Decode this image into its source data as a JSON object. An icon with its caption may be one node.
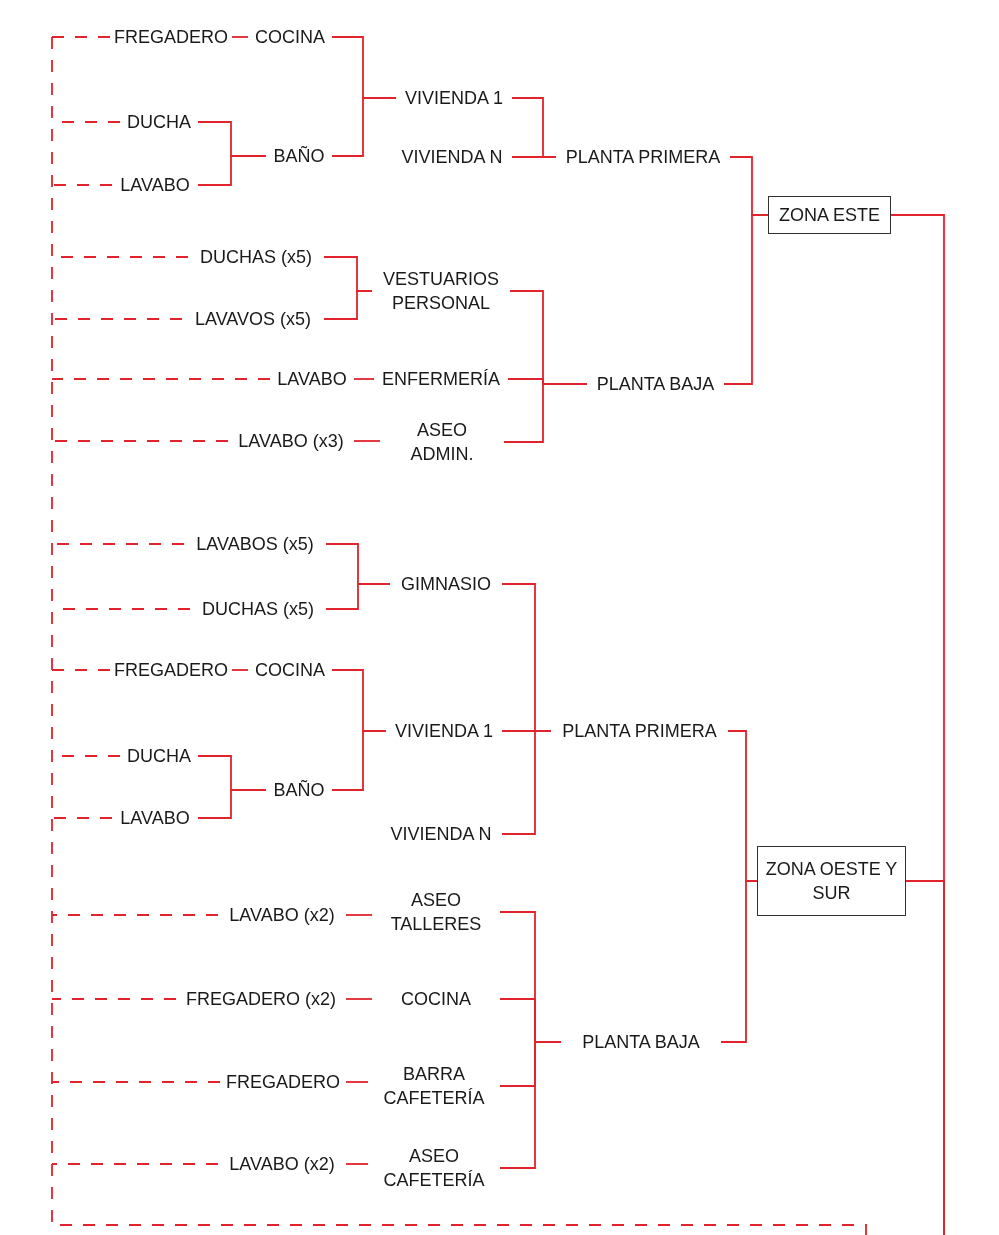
{
  "diagram": {
    "nodes": [
      {
        "text": [
          "FREGADERO"
        ]
      },
      {
        "text": [
          "COCINA"
        ]
      },
      {
        "text": [
          "DUCHA"
        ]
      },
      {
        "text": [
          "LAVABO"
        ]
      },
      {
        "text": [
          "BAÑO"
        ]
      },
      {
        "text": [
          "VIVIENDA 1"
        ]
      },
      {
        "text": [
          "VIVIENDA N"
        ]
      },
      {
        "text": [
          "PLANTA PRIMERA"
        ]
      },
      {
        "text": [
          "DUCHAS (x5)"
        ]
      },
      {
        "text": [
          "LAVAVOS (x5)"
        ]
      },
      {
        "text": [
          "VESTUARIOS PERSONAL"
        ]
      },
      {
        "text": [
          "LAVABO"
        ]
      },
      {
        "text": [
          "ENFERMERÍA"
        ]
      },
      {
        "text": [
          "LAVABO (x3)"
        ]
      },
      {
        "text": [
          "ASEO ADMIN."
        ]
      },
      {
        "text": [
          "PLANTA BAJA"
        ]
      },
      {
        "text": [
          "ZONA ESTE"
        ]
      },
      {
        "text": [
          "LAVABOS (x5)"
        ]
      },
      {
        "text": [
          "DUCHAS (x5)"
        ]
      },
      {
        "text": [
          "GIMNASIO"
        ]
      },
      {
        "text": [
          "FREGADERO"
        ]
      },
      {
        "text": [
          "COCINA"
        ]
      },
      {
        "text": [
          "DUCHA"
        ]
      },
      {
        "text": [
          "LAVABO"
        ]
      },
      {
        "text": [
          "BAÑO"
        ]
      },
      {
        "text": [
          "VIVIENDA 1"
        ]
      },
      {
        "text": [
          "VIVIENDA N"
        ]
      },
      {
        "text": [
          "PLANTA PRIMERA"
        ]
      },
      {
        "text": [
          "LAVABO (x2)"
        ]
      },
      {
        "text": [
          "ASEO TALLERES"
        ]
      },
      {
        "text": [
          "FREGADERO (x2)"
        ]
      },
      {
        "text": [
          "COCINA"
        ]
      },
      {
        "text": [
          "FREGADERO"
        ]
      },
      {
        "text": [
          "BARRA CAFETERÍA"
        ]
      },
      {
        "text": [
          "LAVABO (x2)"
        ]
      },
      {
        "text": [
          "ASEO CAFETERÍA"
        ]
      },
      {
        "text": [
          "PLANTA BAJA"
        ]
      },
      {
        "text": [
          "ZONA OESTE Y SUR"
        ]
      }
    ],
    "edges": [
      {
        "from": 0,
        "to": 1,
        "arrow": "none"
      },
      {
        "from": 1,
        "to": 5,
        "arrow": "none"
      },
      {
        "from": 2,
        "to": 4,
        "arrow": "none"
      },
      {
        "from": 3,
        "to": 4,
        "arrow": "none"
      },
      {
        "from": 4,
        "to": 5,
        "arrow": "none"
      },
      {
        "from": 5,
        "to": 7,
        "arrow": "none"
      },
      {
        "from": 6,
        "to": 7,
        "arrow": "none"
      },
      {
        "from": 7,
        "to": 16,
        "arrow": "none"
      },
      {
        "from": 8,
        "to": 10,
        "arrow": "none"
      },
      {
        "from": 9,
        "to": 10,
        "arrow": "none"
      },
      {
        "from": 10,
        "to": 15,
        "arrow": "none"
      },
      {
        "from": 11,
        "to": 12,
        "arrow": "none"
      },
      {
        "from": 12,
        "to": 15,
        "arrow": "none"
      },
      {
        "from": 13,
        "to": 14,
        "arrow": "none"
      },
      {
        "from": 14,
        "to": 15,
        "arrow": "none"
      },
      {
        "from": 15,
        "to": 16,
        "arrow": "none"
      },
      {
        "from": 16,
        "to": null,
        "arrow": "none"
      },
      {
        "from": 17,
        "to": 19,
        "arrow": "none"
      },
      {
        "from": 18,
        "to": 19,
        "arrow": "none"
      },
      {
        "from": 19,
        "to": 27,
        "arrow": "none"
      },
      {
        "from": 20,
        "to": 21,
        "arrow": "none"
      },
      {
        "from": 21,
        "to": 25,
        "arrow": "none"
      },
      {
        "from": 22,
        "to": 24,
        "arrow": "none"
      },
      {
        "from": 23,
        "to": 24,
        "arrow": "none"
      },
      {
        "from": 24,
        "to": 25,
        "arrow": "none"
      },
      {
        "from": 25,
        "to": 27,
        "arrow": "none"
      },
      {
        "from": 26,
        "to": 27,
        "arrow": "none"
      },
      {
        "from": 27,
        "to": 37,
        "arrow": "none"
      },
      {
        "from": 28,
        "to": 29,
        "arrow": "none"
      },
      {
        "from": 29,
        "to": 36,
        "arrow": "none"
      },
      {
        "from": 30,
        "to": 31,
        "arrow": "none"
      },
      {
        "from": 31,
        "to": 36,
        "arrow": "none"
      },
      {
        "from": 32,
        "to": 33,
        "arrow": "none"
      },
      {
        "from": 33,
        "to": 36,
        "arrow": "none"
      },
      {
        "from": 34,
        "to": 35,
        "arrow": "none"
      },
      {
        "from": 35,
        "to": 36,
        "arrow": "none"
      },
      {
        "from": 36,
        "to": 37,
        "arrow": "none"
      },
      {
        "from": 37,
        "to": null,
        "arrow": "none"
      },
      {
        "from": 0,
        "to": null,
        "arrow": "none",
        "style": "dashed"
      },
      {
        "from": 2,
        "to": null,
        "arrow": "none",
        "style": "dashed"
      },
      {
        "from": 3,
        "to": null,
        "arrow": "none",
        "style": "dashed"
      },
      {
        "from": 8,
        "to": null,
        "arrow": "none",
        "style": "dashed"
      },
      {
        "from": 9,
        "to": null,
        "arrow": "none",
        "style": "dashed"
      },
      {
        "from": 11,
        "to": null,
        "arrow": "none",
        "style": "dashed"
      },
      {
        "from": 13,
        "to": null,
        "arrow": "none",
        "style": "dashed"
      },
      {
        "from": 17,
        "to": null,
        "arrow": "none",
        "style": "dashed"
      },
      {
        "from": 18,
        "to": null,
        "arrow": "none",
        "style": "dashed"
      },
      {
        "from": 20,
        "to": null,
        "arrow": "none",
        "style": "dashed"
      },
      {
        "from": 22,
        "to": null,
        "arrow": "none",
        "style": "dashed"
      },
      {
        "from": 23,
        "to": null,
        "arrow": "none",
        "style": "dashed"
      },
      {
        "from": 28,
        "to": null,
        "arrow": "none",
        "style": "dashed"
      },
      {
        "from": 30,
        "to": null,
        "arrow": "none",
        "style": "dashed"
      },
      {
        "from": 32,
        "to": null,
        "arrow": "none",
        "style": "dashed"
      },
      {
        "from": 34,
        "to": null,
        "arrow": "none",
        "style": "dashed"
      }
    ]
  }
}
